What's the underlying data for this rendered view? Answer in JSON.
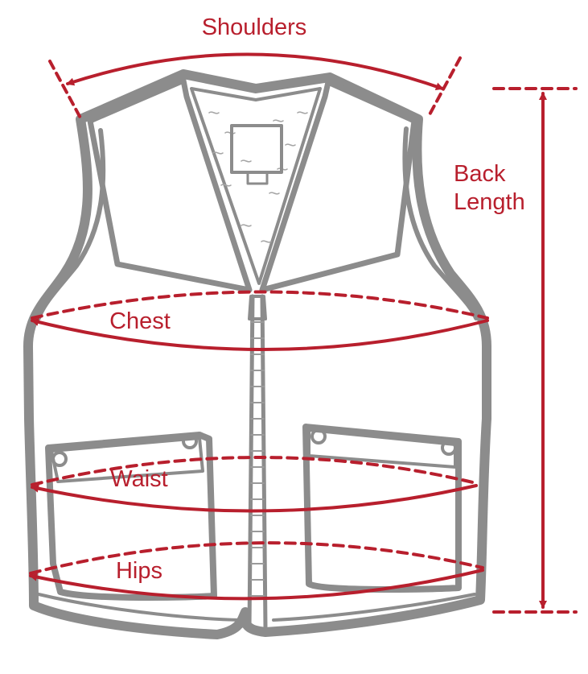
{
  "labels": {
    "shoulders": "Shoulders",
    "back_length_line1": "Back",
    "back_length_line2": "Length",
    "chest": "Chest",
    "waist": "Waist",
    "hips": "Hips"
  },
  "colors": {
    "measurement": "#b81f2d",
    "outline": "#8c8c8c",
    "outline_dark": "#6f6f6f",
    "fill": "#ffffff"
  },
  "icons": {
    "garment": "vest-illustration",
    "arrows": "arrowhead-icon"
  }
}
